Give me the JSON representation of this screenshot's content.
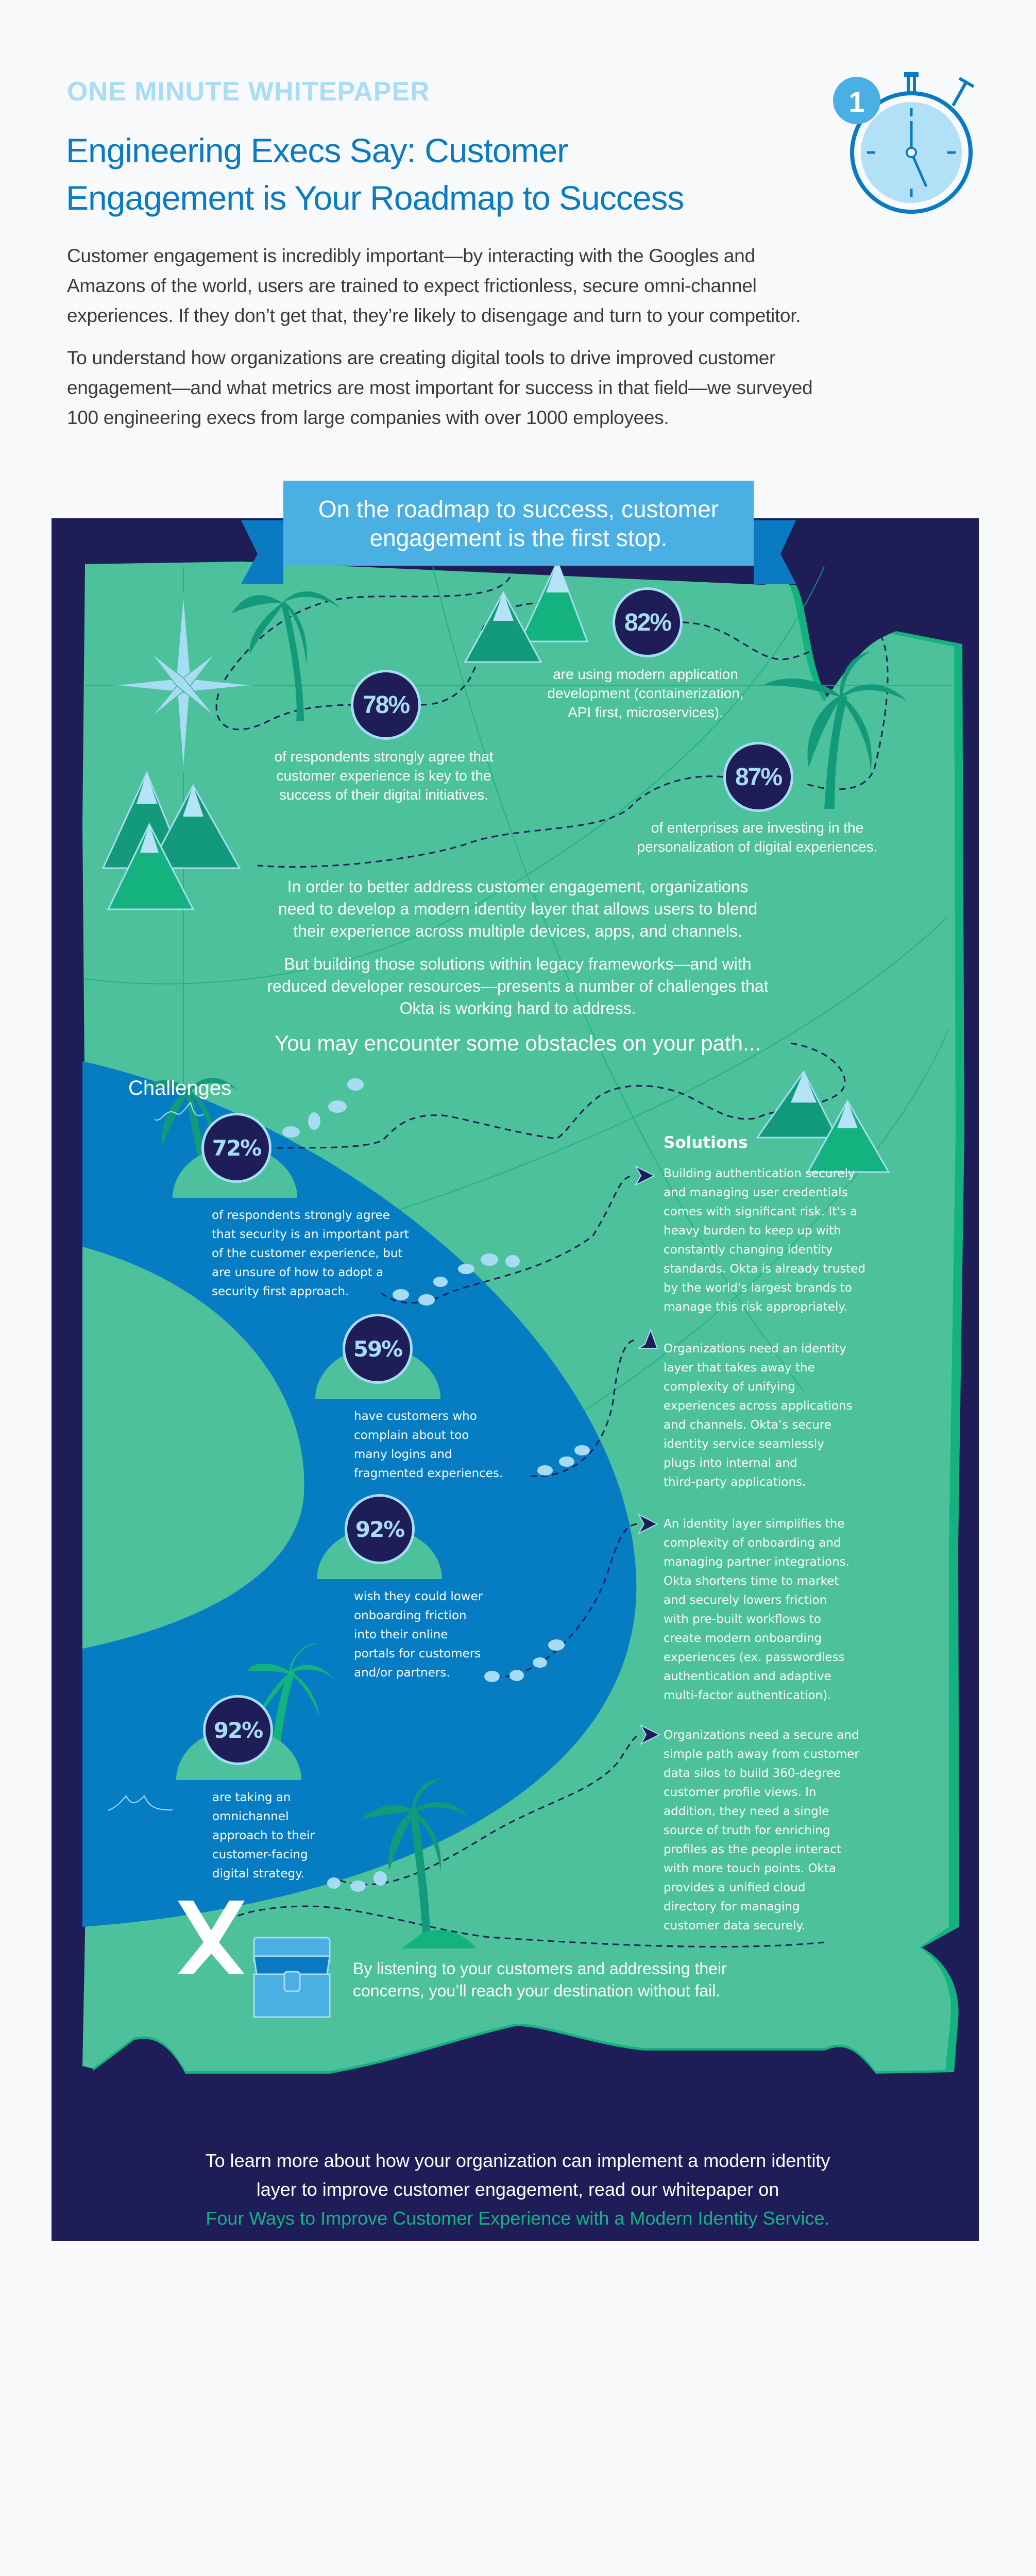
{
  "header": {
    "kicker": "ONE MINUTE WHITEPAPER",
    "badge_number": "1",
    "title": "Engineering Execs Say: Customer\nEngagement is Your Roadmap to Success",
    "intro_1": "Customer engagement is incredibly important—by interacting with the Googles and\nAmazons of the world, users are trained to expect frictionless, secure omni-channel\nexperiences. If they don’t get that, they’re likely to disengage and turn to your competitor.",
    "intro_2": "To understand how organizations are creating digital tools to drive improved customer\nengagement—and what metrics are most important for success in that field—we surveyed\n100 engineering execs from large companies with over 1000 employees.",
    "icon": "stopwatch-icon"
  },
  "map": {
    "banner": "On the roadmap to success, customer\nengagement is the first stop.",
    "stats": [
      {
        "value": "78%",
        "text": "of respondents strongly agree that\ncustomer experience is key to the\nsuccess of their digital initiatives."
      },
      {
        "value": "82%",
        "text": "are using modern application\ndevelopment (containerization,\nAPI first, microservices)."
      },
      {
        "value": "87%",
        "text": "of enterprises are investing in the\npersonalization of digital experiences."
      }
    ],
    "paragraph_1": "In order to better address customer engagement, organizations\nneed to develop a modern identity layer that allows users to blend\ntheir experience across multiple devices, apps, and channels.",
    "paragraph_2": "But building those solutions within legacy frameworks—and with\nreduced developer resources—presents a number of challenges that\nOkta is working hard to address.",
    "obstacles": "You may encounter some obstacles on your path...",
    "challenges_title": "Challenges",
    "challenges": [
      {
        "value": "72%",
        "text": "of respondents strongly agree\nthat security is an important part\nof the customer experience, but\nare unsure of how to adopt a\nsecurity first approach."
      },
      {
        "value": "59%",
        "text": "have customers who\ncomplain about too\nmany logins and\nfragmented experiences."
      },
      {
        "value": "92%",
        "text": "wish they could lower\nonboarding friction\ninto their online\nportals for customers\nand/or partners."
      },
      {
        "value": "92%",
        "text": "are taking an\nomnichannel\napproach to their\ncustomer-facing\ndigital strategy."
      }
    ],
    "solutions_title": "Solutions",
    "solutions": [
      "Building authentication securely\nand managing user credentials\ncomes with significant risk. It's a\nheavy burden to keep up with\nconstantly changing identity\nstandards. Okta is already trusted\nby the world's largest brands to\nmanage this risk appropriately.",
      "Organizations need an identity\nlayer that takes away the\ncomplexity of unifying\nexperiences across applications\nand channels. Okta’s secure\nidentity service seamlessly\nplugs into internal and\nthird-party applications.",
      "An identity layer simplifies the\ncomplexity of onboarding and\nmanaging partner integrations.\nOkta shortens time to market\nand securely lowers friction\nwith pre-built workflows to\ncreate modern onboarding\nexperiences (ex. passwordless\nauthentication and adaptive\nmulti-factor authentication).",
      "Organizations need a secure and\nsimple path away from customer\ndata silos to build 360-degree\ncustomer profile views. In\naddition, they need a single\nsource of truth for enriching\nprofiles as the people interact\nwith more touch points. Okta\nprovides a unified cloud\ndirectory for managing\ncustomer data securely."
    ],
    "destination": "By listening to your customers and addressing their\nconcerns, you’ll reach your destination without fail."
  },
  "footer": {
    "text": "To learn more about how your organization can implement a modern identity\nlayer to improve customer engagement, read our whitepaper on",
    "link": "Four Ways to Improve Customer Experience with a Modern Identity Service."
  },
  "colors": {
    "page_bg": "#f7f9fb",
    "kicker": "#a9dcf5",
    "title": "#0a7bc2",
    "navy": "#1f1d57",
    "map_green": "#4dc09c",
    "rim_green": "#13b27e",
    "sea_blue": "#067dc2",
    "light_blue": "#a8dcf5",
    "banner": "#4ab0e3",
    "link": "#15b286"
  }
}
